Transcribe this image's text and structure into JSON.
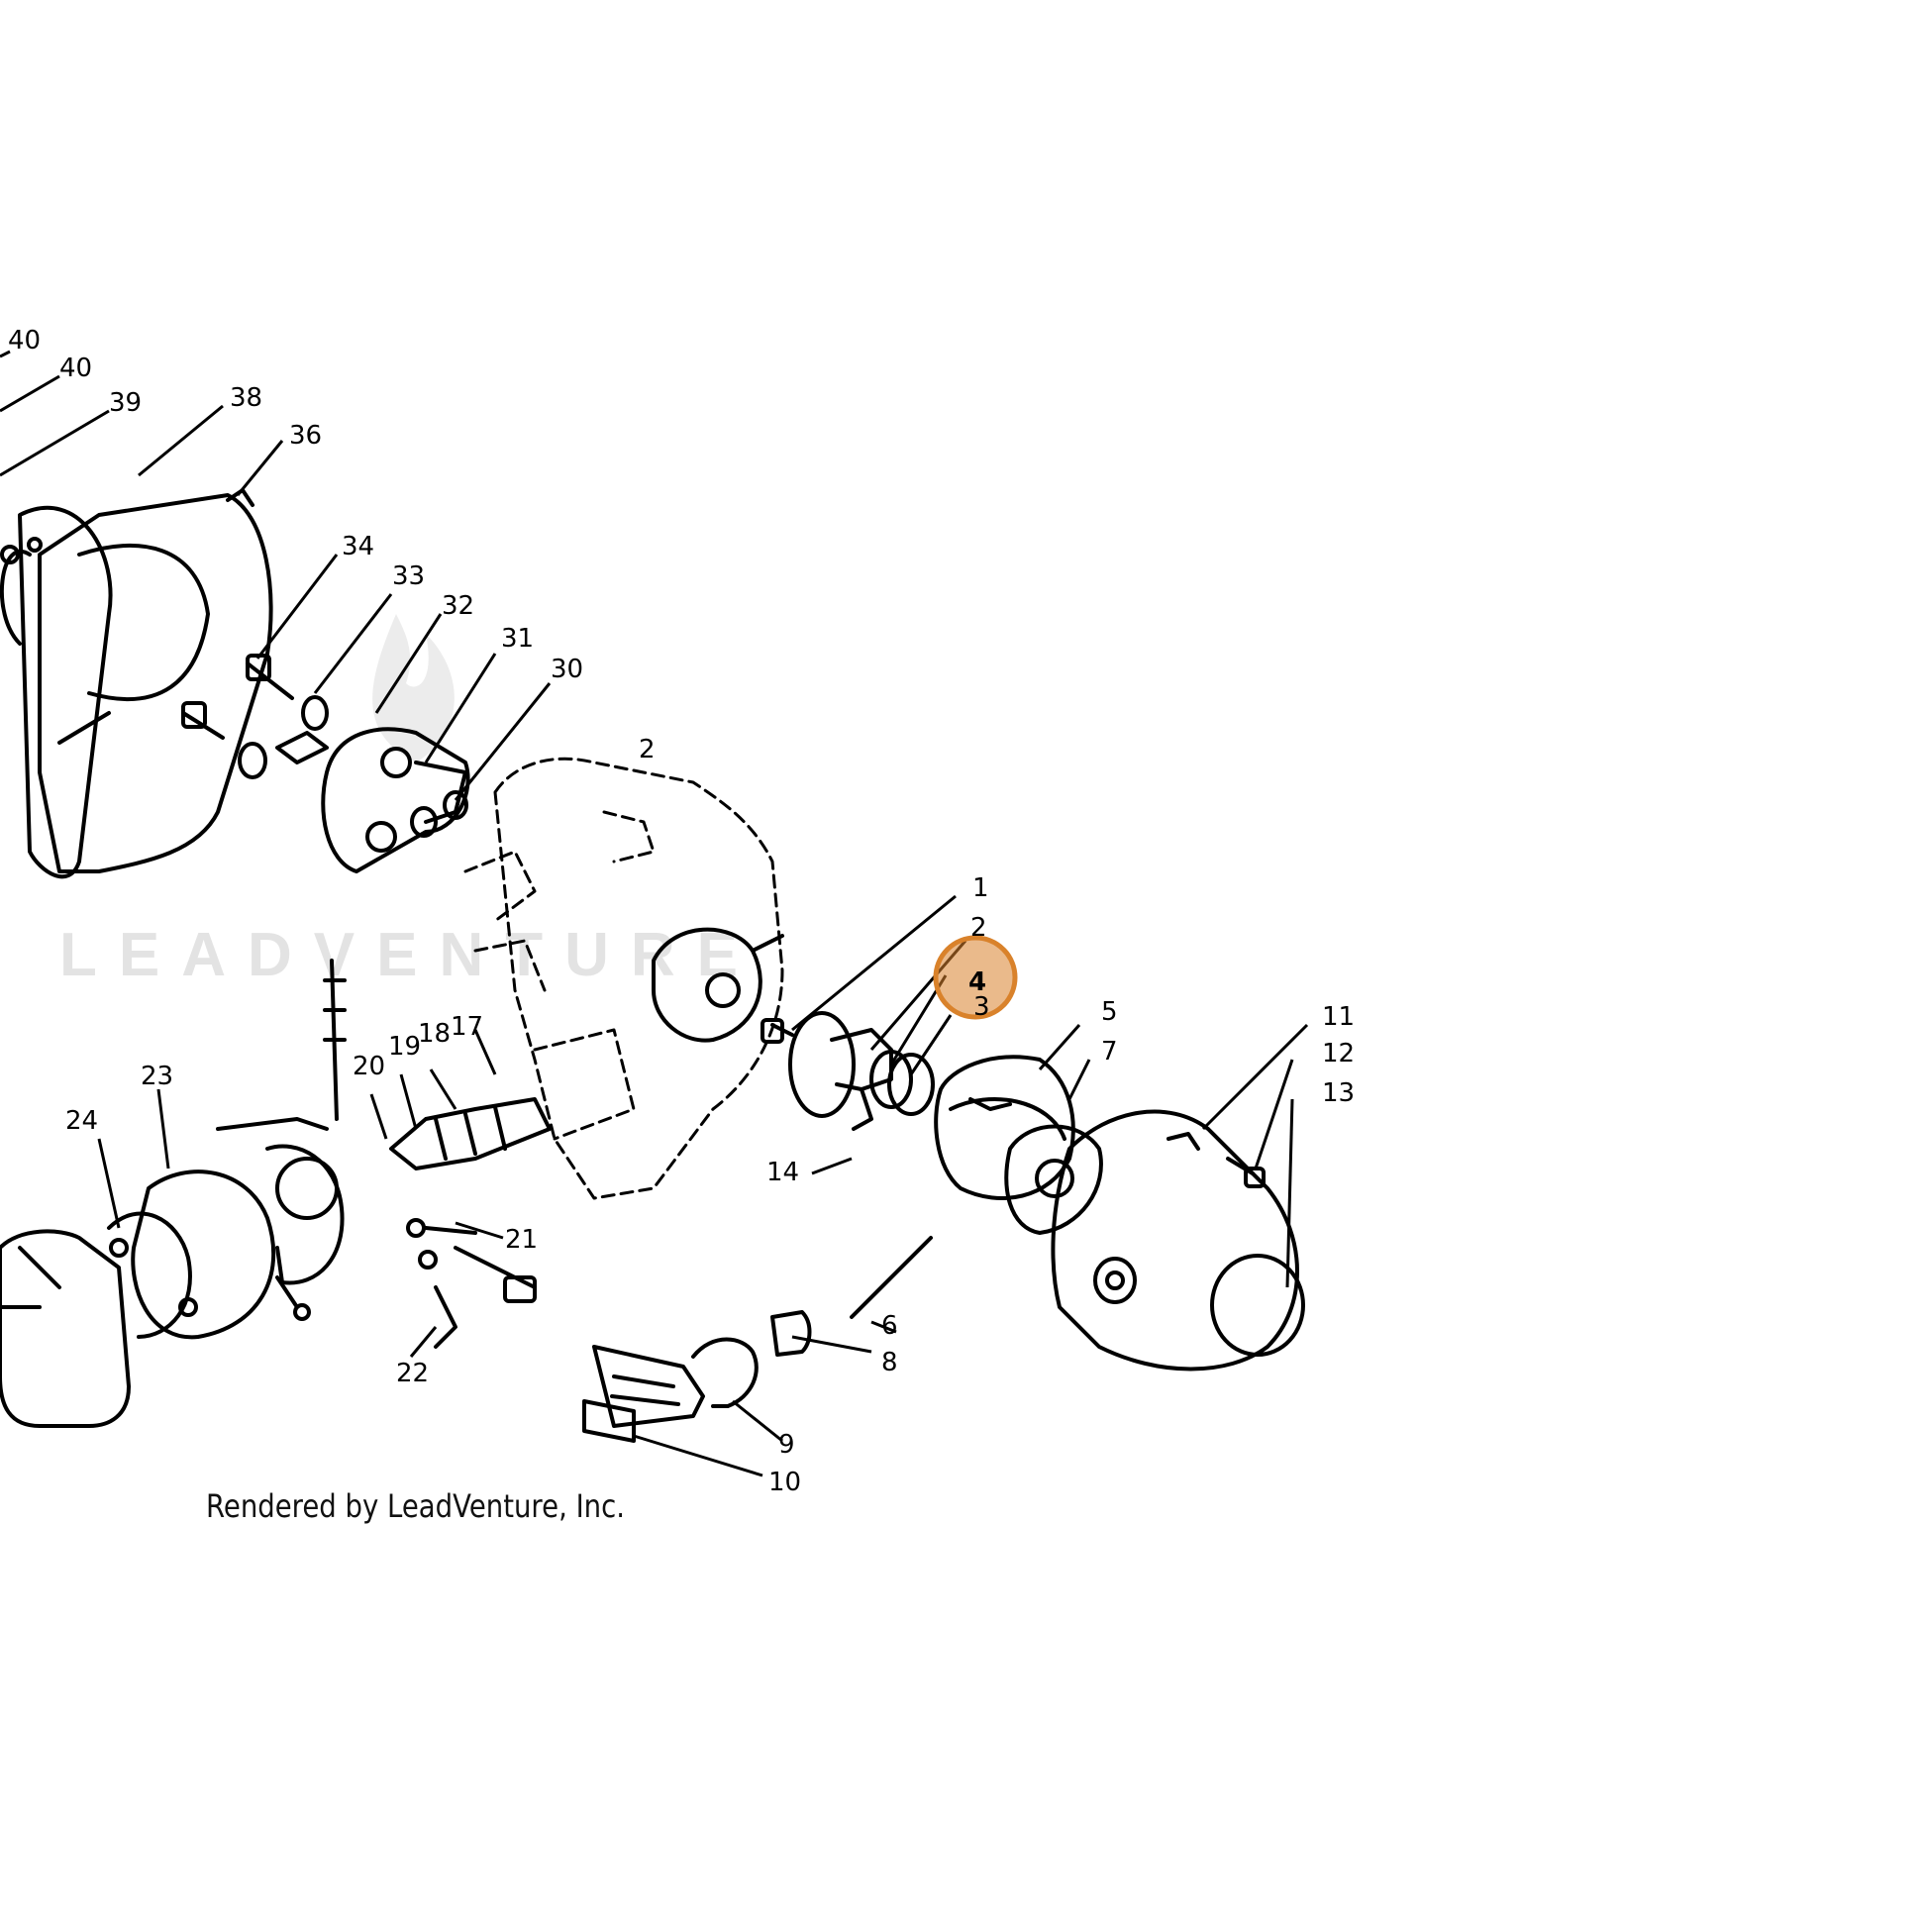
{
  "diagram": {
    "credit": "Rendered by LeadVenture, Inc.",
    "watermark": "LEADVENTURE",
    "highlight_color": "#d9822b",
    "highlighted_part": "4",
    "part_labels": [
      "40",
      "40",
      "39",
      "38",
      "36",
      "34",
      "33",
      "32",
      "31",
      "30",
      "2",
      "1",
      "2",
      "4",
      "3",
      "5",
      "7",
      "11",
      "12",
      "13",
      "14",
      "6",
      "8",
      "9",
      "10",
      "17",
      "18",
      "19",
      "20",
      "21",
      "22",
      "23",
      "24"
    ]
  }
}
